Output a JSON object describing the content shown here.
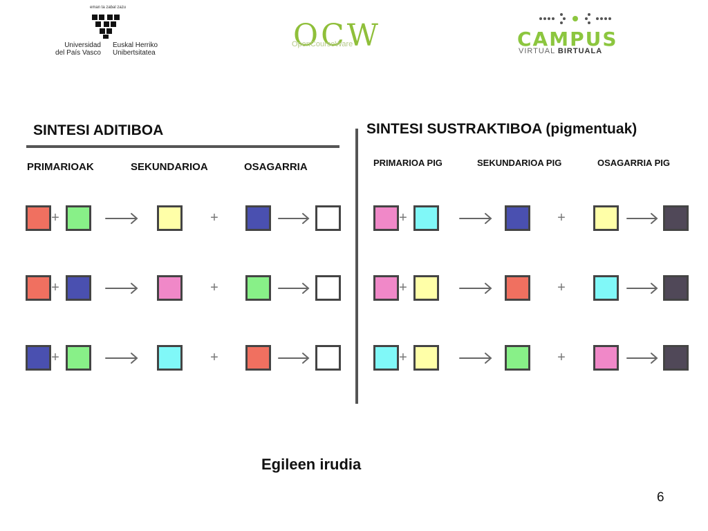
{
  "header": {
    "upv_motto": "eman ta zabal zazu",
    "upv_name_es_1": "Universidad",
    "upv_name_es_2": "del País Vasco",
    "upv_name_eu_1": "Euskal Herriko",
    "upv_name_eu_2": "Unibertsitatea",
    "ocw_letters": "OCW",
    "ocw_sub": "OpenCourseWare",
    "campus_word": "CAMPUS",
    "campus_sub_1": "VIRTUAL",
    "campus_sub_2": "BIRTUALA"
  },
  "left": {
    "title": "SINTESI ADITIBOA",
    "labels": [
      "PRIMARIOAK",
      "SEKUNDARIOA",
      "OSAGARRIA"
    ],
    "rows": [
      {
        "a": "#f07060",
        "b": "#88f088",
        "secondary": "#ffffa8",
        "complement": "#4a50b0",
        "result": "#ffffff"
      },
      {
        "a": "#f07060",
        "b": "#4a50b0",
        "secondary": "#f088c8",
        "complement": "#88f088",
        "result": "#ffffff"
      },
      {
        "a": "#4a50b0",
        "b": "#88f088",
        "secondary": "#80f8f8",
        "complement": "#f07060",
        "result": "#ffffff"
      }
    ]
  },
  "right": {
    "title": "SINTESI SUSTRAKTIBOA (pigmentuak)",
    "labels": [
      "PRIMARIOA PIG",
      "SEKUNDARIOA PIG",
      "OSAGARRIA PIG"
    ],
    "rows": [
      {
        "a": "#f088c8",
        "b": "#80f8f8",
        "secondary": "#4a50b0",
        "complement": "#ffffa8",
        "result": "#504858"
      },
      {
        "a": "#f088c8",
        "b": "#ffffa8",
        "secondary": "#f07060",
        "complement": "#80f8f8",
        "result": "#504858"
      },
      {
        "a": "#80f8f8",
        "b": "#ffffa8",
        "secondary": "#88f088",
        "complement": "#f088c8",
        "result": "#504858"
      }
    ]
  },
  "operators": {
    "plus": "+"
  },
  "footer": {
    "credit": "Egileen irudia",
    "page_number": "6"
  }
}
